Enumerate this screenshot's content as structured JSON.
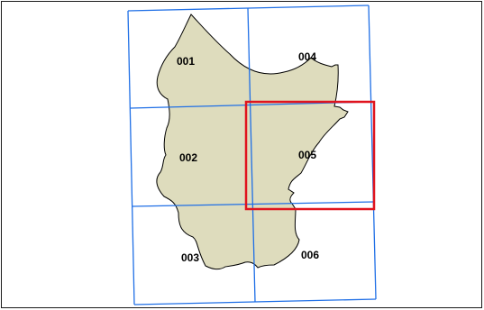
{
  "map": {
    "colors": {
      "region_fill": "#dedcbd",
      "region_stroke": "#000000",
      "grid": "#1f6fe6",
      "highlight": "#e0141e"
    },
    "tiles": [
      {
        "id": "001",
        "label": "001"
      },
      {
        "id": "002",
        "label": "002"
      },
      {
        "id": "003",
        "label": "003"
      },
      {
        "id": "004",
        "label": "004"
      },
      {
        "id": "005",
        "label": "005"
      },
      {
        "id": "006",
        "label": "006"
      }
    ],
    "selected_tile": "005"
  }
}
